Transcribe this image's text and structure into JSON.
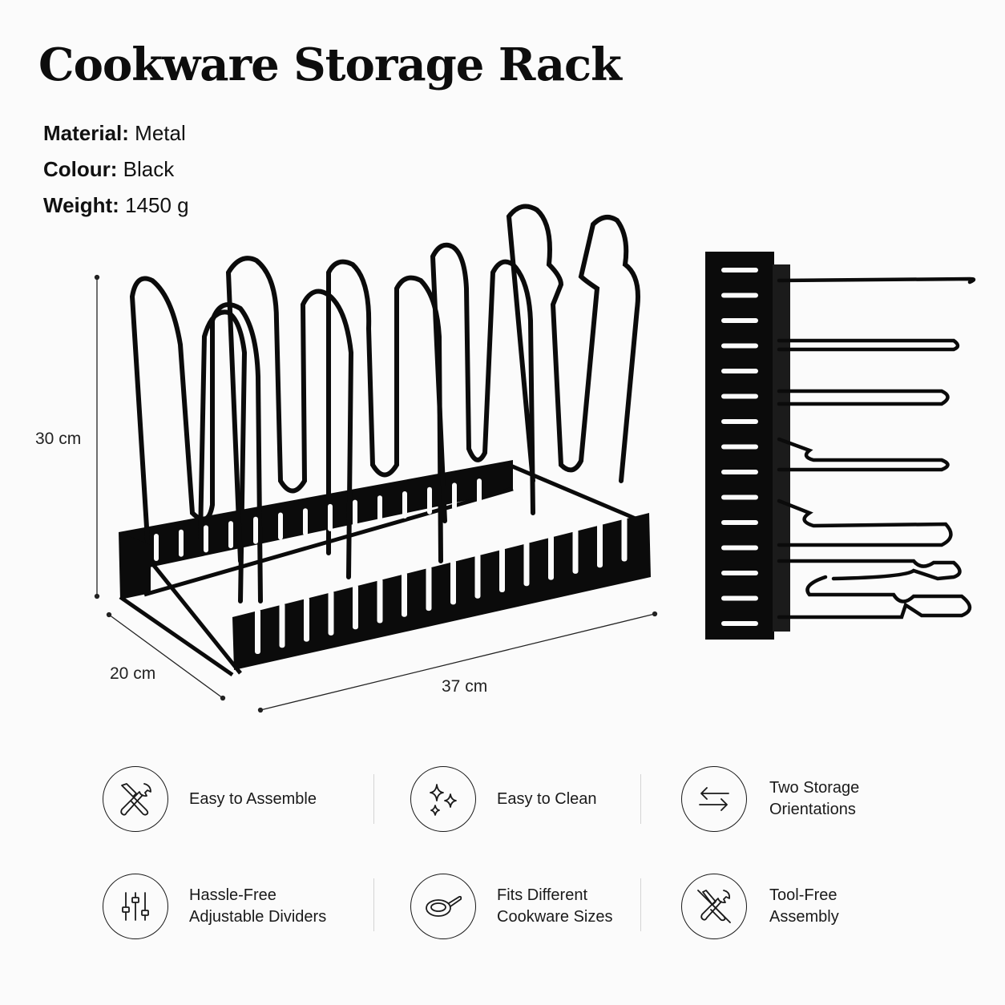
{
  "title": "Cookware Storage Rack",
  "specs": [
    {
      "label": "Material:",
      "value": "Metal"
    },
    {
      "label": "Colour:",
      "value": "Black"
    },
    {
      "label": "Weight:",
      "value": "1450 g"
    }
  ],
  "dimensions": {
    "height": "30 cm",
    "depth": "20 cm",
    "width": "37 cm"
  },
  "product_color": "#0b0b0b",
  "features": [
    {
      "icon": "tools-icon",
      "lines": [
        "Easy to Assemble"
      ]
    },
    {
      "icon": "sparkle-icon",
      "lines": [
        "Easy to Clean"
      ]
    },
    {
      "icon": "swap-arrows-icon",
      "lines": [
        "Two Storage",
        "Orientations"
      ]
    },
    {
      "icon": "sliders-icon",
      "lines": [
        "Hassle-Free",
        "Adjustable Dividers"
      ]
    },
    {
      "icon": "frying-pan-icon",
      "lines": [
        "Fits Different",
        "Cookware Sizes"
      ]
    },
    {
      "icon": "no-tools-icon",
      "lines": [
        "Tool-Free",
        "Assembly"
      ]
    }
  ]
}
